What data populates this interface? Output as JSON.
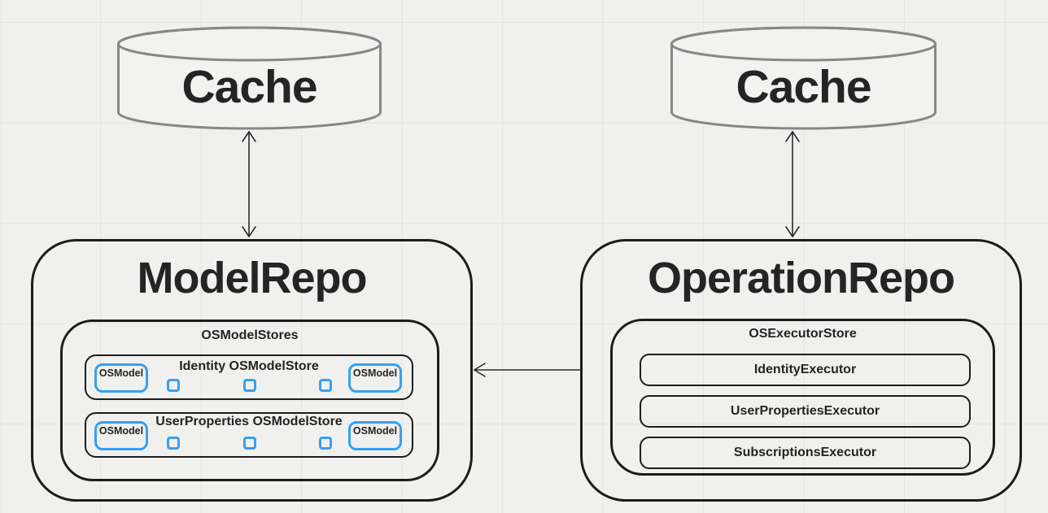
{
  "caches": {
    "left_label": "Cache",
    "right_label": "Cache"
  },
  "model_repo": {
    "title": "ModelRepo",
    "container_label": "OSModelStores",
    "rows": [
      {
        "title": "Identity OSModelStore",
        "chips": [
          "OSModel",
          "OSModel"
        ],
        "slot_count": 3
      },
      {
        "title": "UserProperties OSModelStore",
        "chips": [
          "OSModel",
          "OSModel"
        ],
        "slot_count": 3
      }
    ]
  },
  "operation_repo": {
    "title": "OperationRepo",
    "container_label": "OSExecutorStore",
    "executors": [
      "IdentityExecutor",
      "UserPropertiesExecutor",
      "SubscriptionsExecutor"
    ]
  },
  "colors": {
    "accent_blue": "#35a0f2",
    "box_border": "#1c1c1c",
    "text": "#242424",
    "cylinder_stroke": "#878787",
    "background": "#f0f0ee"
  }
}
